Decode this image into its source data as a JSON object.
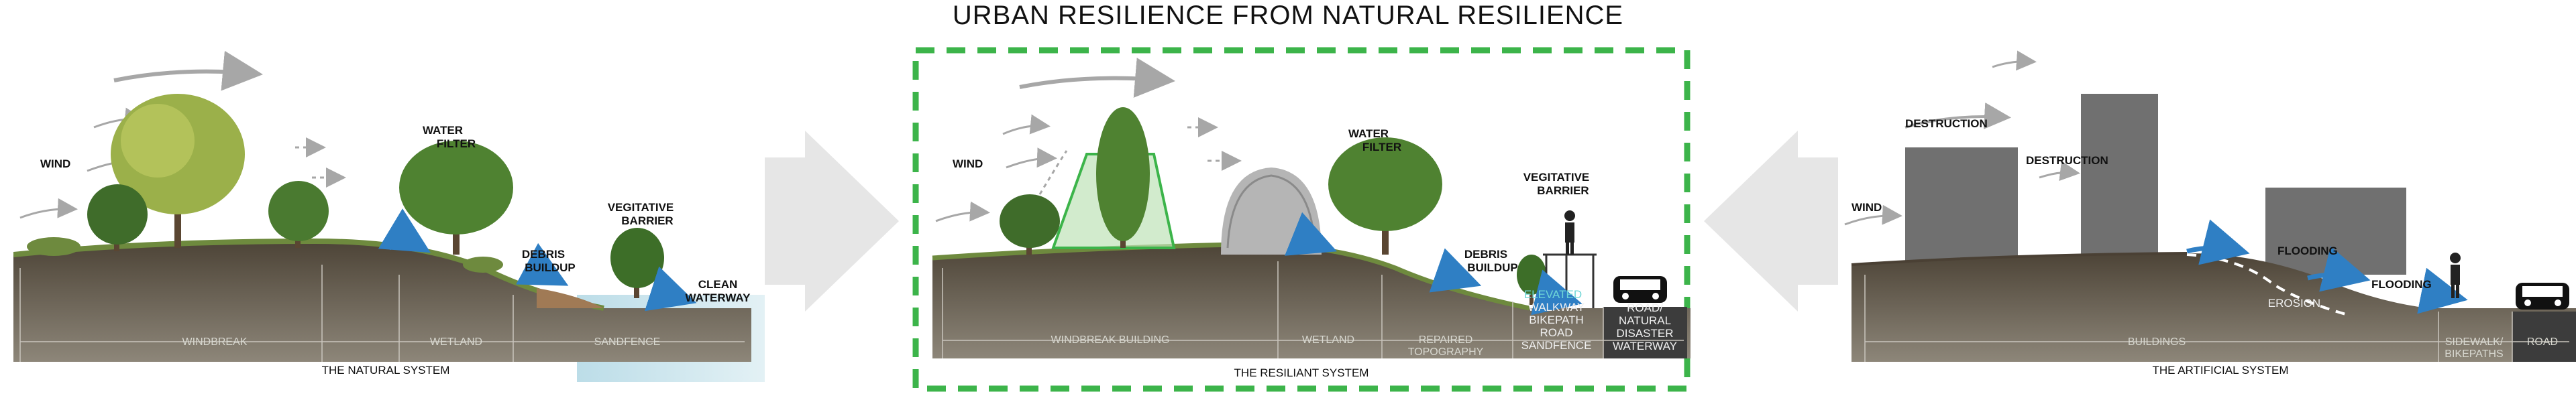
{
  "title": "URBAN RESILIENCE FROM NATURAL RESILIENCE",
  "natural": {
    "caption": "THE NATURAL SYSTEM",
    "labels": {
      "wind": "WIND",
      "water_filter": [
        "WATER",
        "FILTER"
      ],
      "debris_buildup": [
        "DEBRIS",
        "BUILDUP"
      ],
      "vegitative_barrier": [
        "VEGITATIVE",
        "BARRIER"
      ],
      "clean_waterway": [
        "CLEAN",
        "WATERWAY"
      ]
    },
    "soil_labels": [
      "WINDBREAK",
      "WETLAND",
      "SANDFENCE"
    ]
  },
  "resiliant": {
    "caption": "THE RESILIANT SYSTEM",
    "labels": {
      "wind": "WIND",
      "water_filter": [
        "WATER",
        "FILTER"
      ],
      "debris_buildup": [
        "DEBRIS",
        "BUILDUP"
      ],
      "vegitative_barrier": [
        "VEGITATIVE",
        "BARRIER"
      ]
    },
    "cyan_labels": [
      "ELEVATED"
    ],
    "white_labels": [
      "WALKWAY",
      "BIKEPATH",
      "ROAD",
      "SANDFENCE"
    ],
    "road_labels": [
      "ROAD/",
      "NATURAL",
      "DISASTER",
      "WATERWAY"
    ],
    "soil_labels": [
      "WINDBREAK BUILDING",
      "WETLAND",
      "REPAIRED",
      "TOPOGRAPHY"
    ]
  },
  "artificial": {
    "caption": "THE ARTIFICIAL SYSTEM",
    "labels": {
      "wind": "WIND",
      "destruction_1": "DESTRUCTION",
      "destruction_2": "DESTRUCTION",
      "flooding_1": "FLOODING",
      "flooding_2": "FLOODING",
      "erosion": "EROSION"
    },
    "soil_labels": [
      "BUILDINGS",
      "SIDEWALK/",
      "BIKEPATHS",
      "ROAD"
    ]
  },
  "colors": {
    "soil_top": "#5b5142",
    "soil_bottom": "#8a8275",
    "grass": "#6e8a3e",
    "water_arrow": "#2f7fc4",
    "wind_arrow": "#a7a7a7",
    "frame_green": "#3cb44a",
    "building_gray": "#707070",
    "pointer_arrow": "#e6e6e6"
  }
}
